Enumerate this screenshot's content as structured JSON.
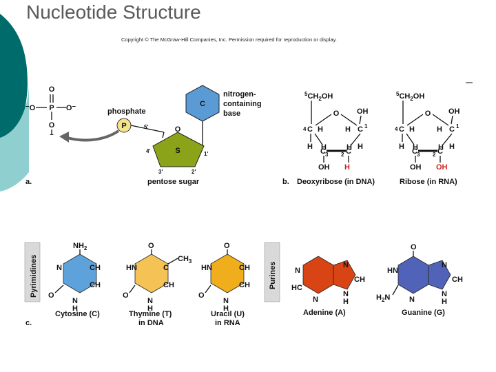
{
  "slide": {
    "title": "Nucleotide Structure",
    "copyright": "Copyright © The McGraw-Hill Companies, Inc. Permission required for reproduction or display."
  },
  "colors": {
    "accent_dark": "#006b6b",
    "accent_light": "#8fcfcf",
    "sugar": "#8aa318",
    "base": "#5b9bd5",
    "phosphate": "#f4e38a",
    "cytosine": "#5ea2dc",
    "thymine": "#f5c255",
    "uracil": "#f0ad1c",
    "adenine": "#d94414",
    "guanine": "#5063b8",
    "highlight_red": "#cc2222"
  },
  "panel_a": {
    "letter": "a.",
    "phosphate_label": "phosphate",
    "phosphate_symbol": "P",
    "sugar_symbol": "S",
    "sugar_label": "pentose sugar",
    "base_symbol": "C",
    "base_label": [
      "nitrogen-",
      "containing",
      "base"
    ],
    "positions": [
      "5'",
      "4'",
      "3'",
      "2'",
      "1'"
    ]
  },
  "panel_b": {
    "letter": "b.",
    "deoxy_label": "Deoxyribose (in DNA)",
    "ribose_label": "Ribose (in RNA)"
  },
  "panel_c": {
    "letter": "c.",
    "pyrimidines_label": "Pyrimidines",
    "purines_label": "Purines",
    "bases": {
      "cytosine": "Cytosine (C)",
      "thymine": [
        "Thymine (T)",
        "in DNA"
      ],
      "uracil": [
        "Uracil (U)",
        "in RNA"
      ],
      "adenine": "Adenine (A)",
      "guanine": "Guanine (G)"
    }
  }
}
